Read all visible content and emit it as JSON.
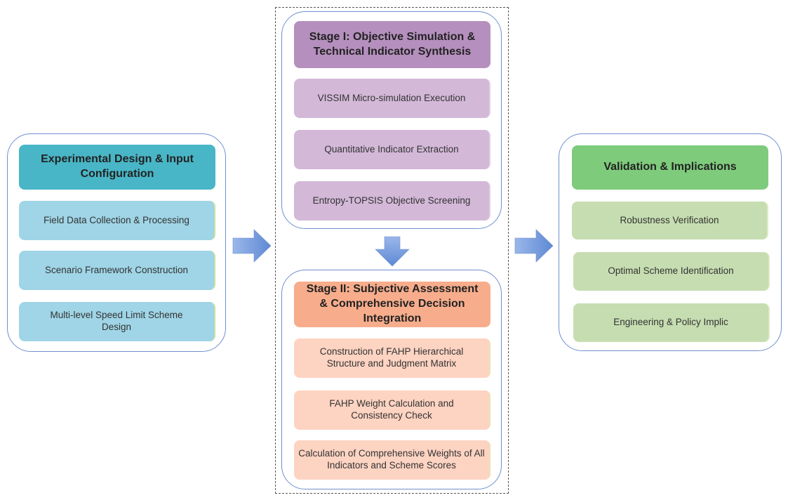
{
  "left": {
    "header": "Experimental Design & Input Configuration",
    "items": [
      "Field Data Collection & Processing",
      "Scenario Framework Construction",
      "Multi-level Speed Limit Scheme Design"
    ]
  },
  "stage1": {
    "header": "Stage I: Objective Simulation & Technical Indicator Synthesis",
    "items": [
      "VISSIM Micro-simulation Execution",
      "Quantitative Indicator Extraction",
      "Entropy-TOPSIS Objective Screening"
    ]
  },
  "stage2": {
    "header": "Stage II: Subjective Assessment & Comprehensive Decision Integration",
    "items": [
      "Construction of FAHP Hierarchical Structure and Judgment Matrix",
      "FAHP Weight Calculation and Consistency Check",
      "Calculation of Comprehensive Weights of All Indicators and Scheme Scores"
    ]
  },
  "right": {
    "header": "Validation & Implications",
    "items": [
      "Robustness Verification",
      "Optimal Scheme Identification",
      "Engineering & Policy Implic"
    ]
  },
  "colors": {
    "group_border": "#6f8fd0",
    "teal_header": "#48b6c6",
    "teal_item": "#9fd5e6",
    "purple_header": "#b58fbe",
    "purple_item": "#d3b8d8",
    "peach_header": "#f7ad8c",
    "peach_item": "#fdd3c2",
    "green_header": "#7ecb7c",
    "green_item": "#c6ddb1",
    "arrow": "#7096d8"
  }
}
